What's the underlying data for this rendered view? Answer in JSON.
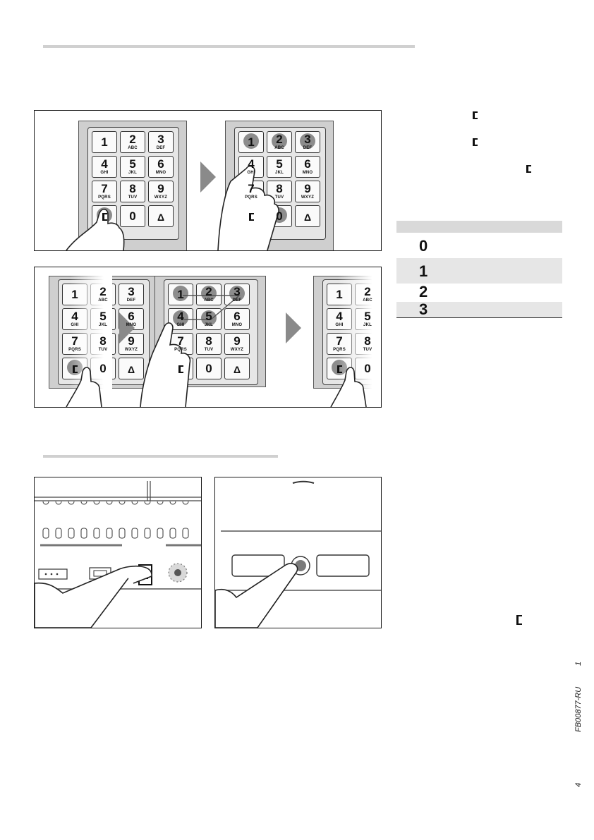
{
  "keypad": {
    "keys": [
      {
        "digit": "1",
        "letters": ""
      },
      {
        "digit": "2",
        "letters": "ABC"
      },
      {
        "digit": "3",
        "letters": "DEF"
      },
      {
        "digit": "4",
        "letters": "GHI"
      },
      {
        "digit": "5",
        "letters": "JKL"
      },
      {
        "digit": "6",
        "letters": "MNO"
      },
      {
        "digit": "7",
        "letters": "PQRS"
      },
      {
        "digit": "8",
        "letters": "TUV"
      },
      {
        "digit": "9",
        "letters": "WXYZ"
      },
      {
        "digit": "",
        "letters": ""
      },
      {
        "digit": "0",
        "letters": ""
      },
      {
        "digit": "",
        "letters": ""
      }
    ],
    "door_icon": "door-icon",
    "bell_icon": "bell-icon"
  },
  "table": {
    "rows": [
      {
        "value": "0"
      },
      {
        "value": "1"
      },
      {
        "value": "2"
      },
      {
        "value": "3"
      }
    ],
    "header_color": "#d9d9d9",
    "shade_color": "#e6e6e6"
  },
  "side_text": {
    "page_top": "1",
    "doc_code": "FB00877-RU",
    "page_num": "4"
  },
  "colors": {
    "highlight_dot": "#8c8c8c",
    "arrow": "#8a8a8a",
    "led_glow": "#b5b5b5"
  }
}
